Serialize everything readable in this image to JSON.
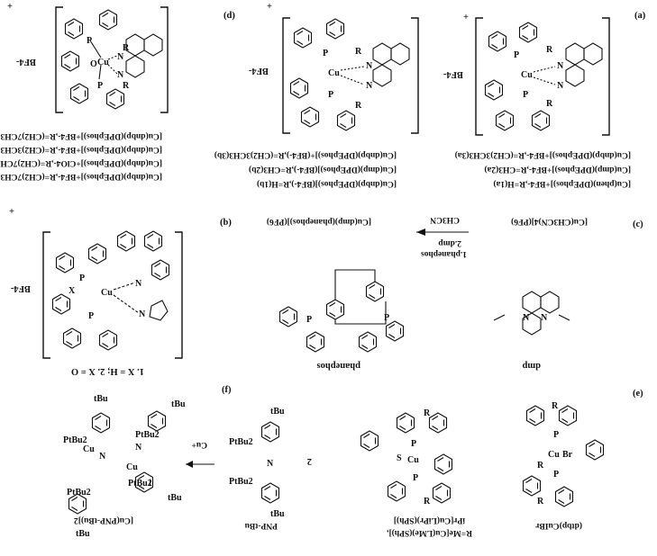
{
  "panels": {
    "a": {
      "letter": "(a)",
      "charge": "+",
      "anion": "BF4-",
      "captions": [
        "[Cu(phen)(DPEphos)]+BF4-,R=H(1a)",
        "[Cu(dmp)(DPEphos)]+BF4-,R=CH3(2a)",
        "[Cu(dnbp)(DPEphos)]+BF4-,R=(CH2)3CH3(3a)"
      ]
    },
    "d": {
      "letter": "(d)",
      "charge": "+",
      "anion": "BF4-",
      "captions": [
        "[Cu(dnbp)(DPEphos)](BF4-),R=H(1b)",
        "[Cu(dmp)(DPEphos)](BF4-),R=CH3(2b)",
        "[Cu(dnbp)(DPEphos)]+(BF4-),R=(CH2)3CH3(3b)"
      ]
    },
    "topleft": {
      "charge": "+",
      "anion": "BF4-",
      "oxygen": "O",
      "captions": [
        "[Cu(dnbp)(DPEphos)]+BF4-,R=(CH2)7CH3",
        "[Cu(dnbp)(DPEphos)]+ClO4-,R=(CH2)7CH3",
        "[Cu(dnbp)(DPEphos)]+BF4-,R=(CH2)3CH3",
        "[Cu(dnbp)(DPEphos)]+BF4-,R=(CH2)7CH3"
      ]
    },
    "c": {
      "letter": "(c)",
      "reactant": "[Cu(CH3CN)4](PF6)",
      "product": "[Cu(dmp)(phanephos)](PF6)",
      "above_arrow": "CH3CN",
      "below_arrow": [
        "1.phanephos",
        "2.dmp"
      ],
      "mol1": "dmp",
      "mol2": "phanephos"
    },
    "b": {
      "letter": "(b)",
      "charge": "+",
      "anion": "BF4-",
      "caption": "1. X = H; 2. X = O",
      "x_atom": "X"
    },
    "e": {
      "letter": "(e)",
      "mol1": "(dtbp)CuIBr",
      "mol2_lines": [
        "R=Me[Cu(LMe)(SPh)],",
        "iPr[Cu(LiPr)(SPh)]"
      ]
    },
    "f": {
      "letter": "(f)",
      "reagent": "Cu+",
      "coef": "2",
      "ligand": "PNP-tBu",
      "product": "[Cu(PNP-tBu)]2"
    }
  },
  "atoms": {
    "P": "P",
    "N": "N",
    "Cu": "Cu",
    "R": "R",
    "Br": "Br",
    "S": "S",
    "tBu": "tBu",
    "PtBu2": "PtBu2"
  }
}
